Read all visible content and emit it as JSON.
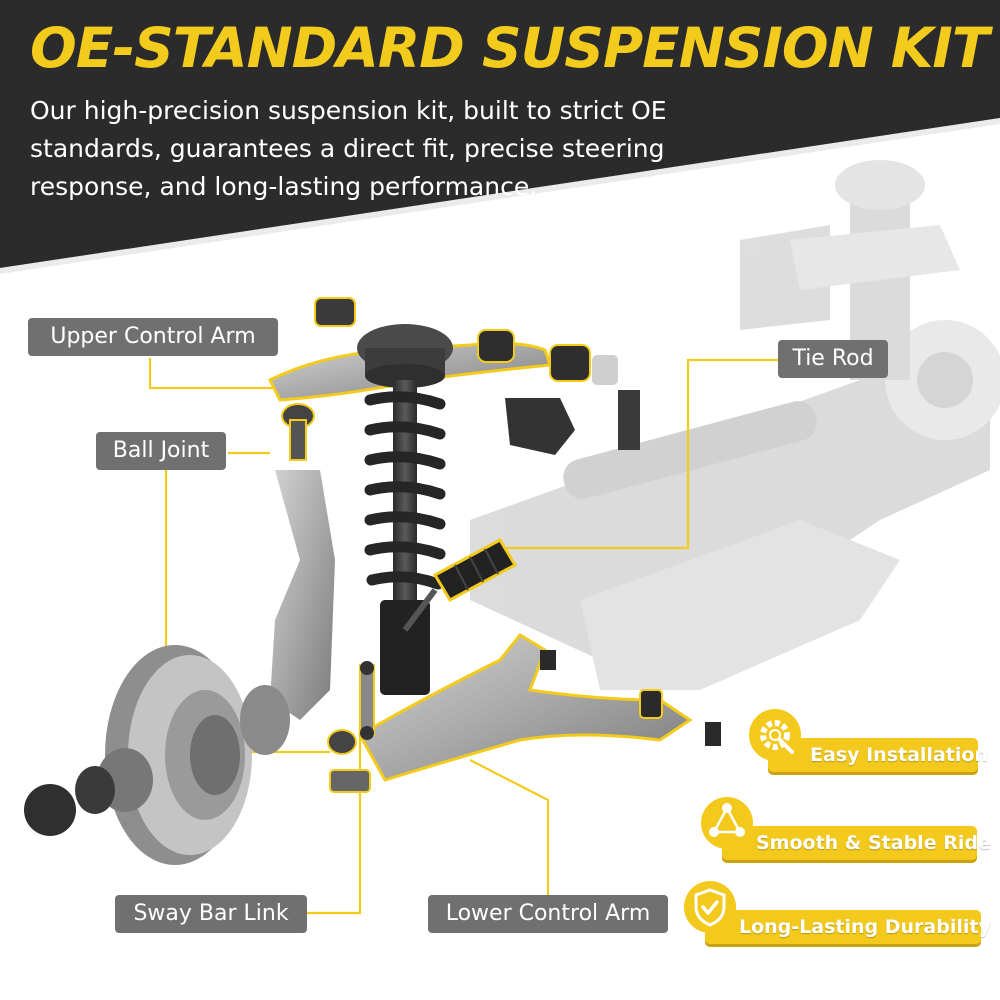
{
  "header": {
    "title": "OE-STANDARD SUSPENSION KIT",
    "subtitle": "Our high-precision suspension kit, built to strict OE standards, guarantees a direct fit, precise steering response, and long-lasting performance."
  },
  "labels": {
    "upper_control_arm": "Upper Control Arm",
    "ball_joint": "Ball Joint",
    "tie_rod": "Tie Rod",
    "sway_bar_link": "Sway Bar Link",
    "lower_control_arm": "Lower Control Arm"
  },
  "features": [
    {
      "label": "Easy Installation",
      "icon": "gear-wrench-icon"
    },
    {
      "label": "Smooth & Stable Ride",
      "icon": "nodes-icon"
    },
    {
      "label": "Long-Lasting Durability",
      "icon": "shield-check-icon"
    }
  ],
  "colors": {
    "accent": "#f2cb1d",
    "header_bg": "#2b2b2b",
    "label_bg": "#707070"
  }
}
